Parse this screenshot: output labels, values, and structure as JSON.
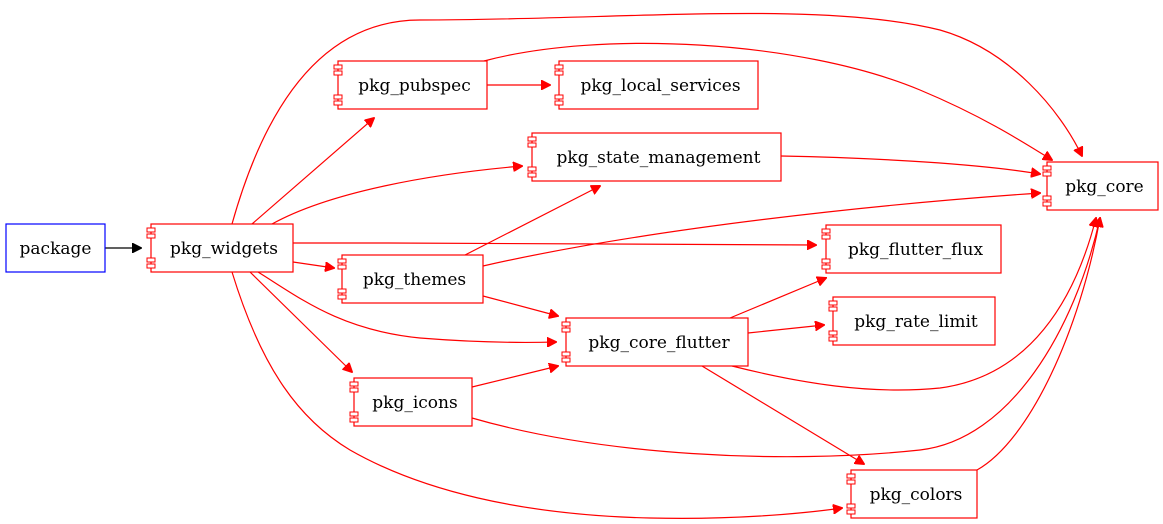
{
  "colors": {
    "root_border": "#0000ff",
    "package_border": "#ff0000",
    "root_edge": "#000000",
    "package_edge": "#ff0000",
    "text": "#000000",
    "background": "#ffffff"
  },
  "nodes": [
    {
      "id": "package",
      "label": "package",
      "kind": "root"
    },
    {
      "id": "pkg_widgets",
      "label": "pkg_widgets",
      "kind": "component"
    },
    {
      "id": "pkg_pubspec",
      "label": "pkg_pubspec",
      "kind": "component"
    },
    {
      "id": "pkg_local_services",
      "label": "pkg_local_services",
      "kind": "component"
    },
    {
      "id": "pkg_state_management",
      "label": "pkg_state_management",
      "kind": "component"
    },
    {
      "id": "pkg_themes",
      "label": "pkg_themes",
      "kind": "component"
    },
    {
      "id": "pkg_core_flutter",
      "label": "pkg_core_flutter",
      "kind": "component"
    },
    {
      "id": "pkg_icons",
      "label": "pkg_icons",
      "kind": "component"
    },
    {
      "id": "pkg_core",
      "label": "pkg_core",
      "kind": "component"
    },
    {
      "id": "pkg_flutter_flux",
      "label": "pkg_flutter_flux",
      "kind": "component"
    },
    {
      "id": "pkg_rate_limit",
      "label": "pkg_rate_limit",
      "kind": "component"
    },
    {
      "id": "pkg_colors",
      "label": "pkg_colors",
      "kind": "component"
    }
  ],
  "edges": [
    {
      "from": "package",
      "to": "pkg_widgets"
    },
    {
      "from": "pkg_widgets",
      "to": "pkg_pubspec"
    },
    {
      "from": "pkg_widgets",
      "to": "pkg_state_management"
    },
    {
      "from": "pkg_widgets",
      "to": "pkg_core"
    },
    {
      "from": "pkg_widgets",
      "to": "pkg_flutter_flux"
    },
    {
      "from": "pkg_widgets",
      "to": "pkg_themes"
    },
    {
      "from": "pkg_widgets",
      "to": "pkg_core_flutter"
    },
    {
      "from": "pkg_widgets",
      "to": "pkg_icons"
    },
    {
      "from": "pkg_widgets",
      "to": "pkg_colors"
    },
    {
      "from": "pkg_pubspec",
      "to": "pkg_local_services"
    },
    {
      "from": "pkg_pubspec",
      "to": "pkg_core"
    },
    {
      "from": "pkg_state_management",
      "to": "pkg_core"
    },
    {
      "from": "pkg_themes",
      "to": "pkg_state_management"
    },
    {
      "from": "pkg_themes",
      "to": "pkg_core"
    },
    {
      "from": "pkg_themes",
      "to": "pkg_core_flutter"
    },
    {
      "from": "pkg_core_flutter",
      "to": "pkg_flutter_flux"
    },
    {
      "from": "pkg_core_flutter",
      "to": "pkg_rate_limit"
    },
    {
      "from": "pkg_core_flutter",
      "to": "pkg_core"
    },
    {
      "from": "pkg_core_flutter",
      "to": "pkg_colors"
    },
    {
      "from": "pkg_icons",
      "to": "pkg_core_flutter"
    },
    {
      "from": "pkg_icons",
      "to": "pkg_core"
    },
    {
      "from": "pkg_colors",
      "to": "pkg_core"
    }
  ]
}
